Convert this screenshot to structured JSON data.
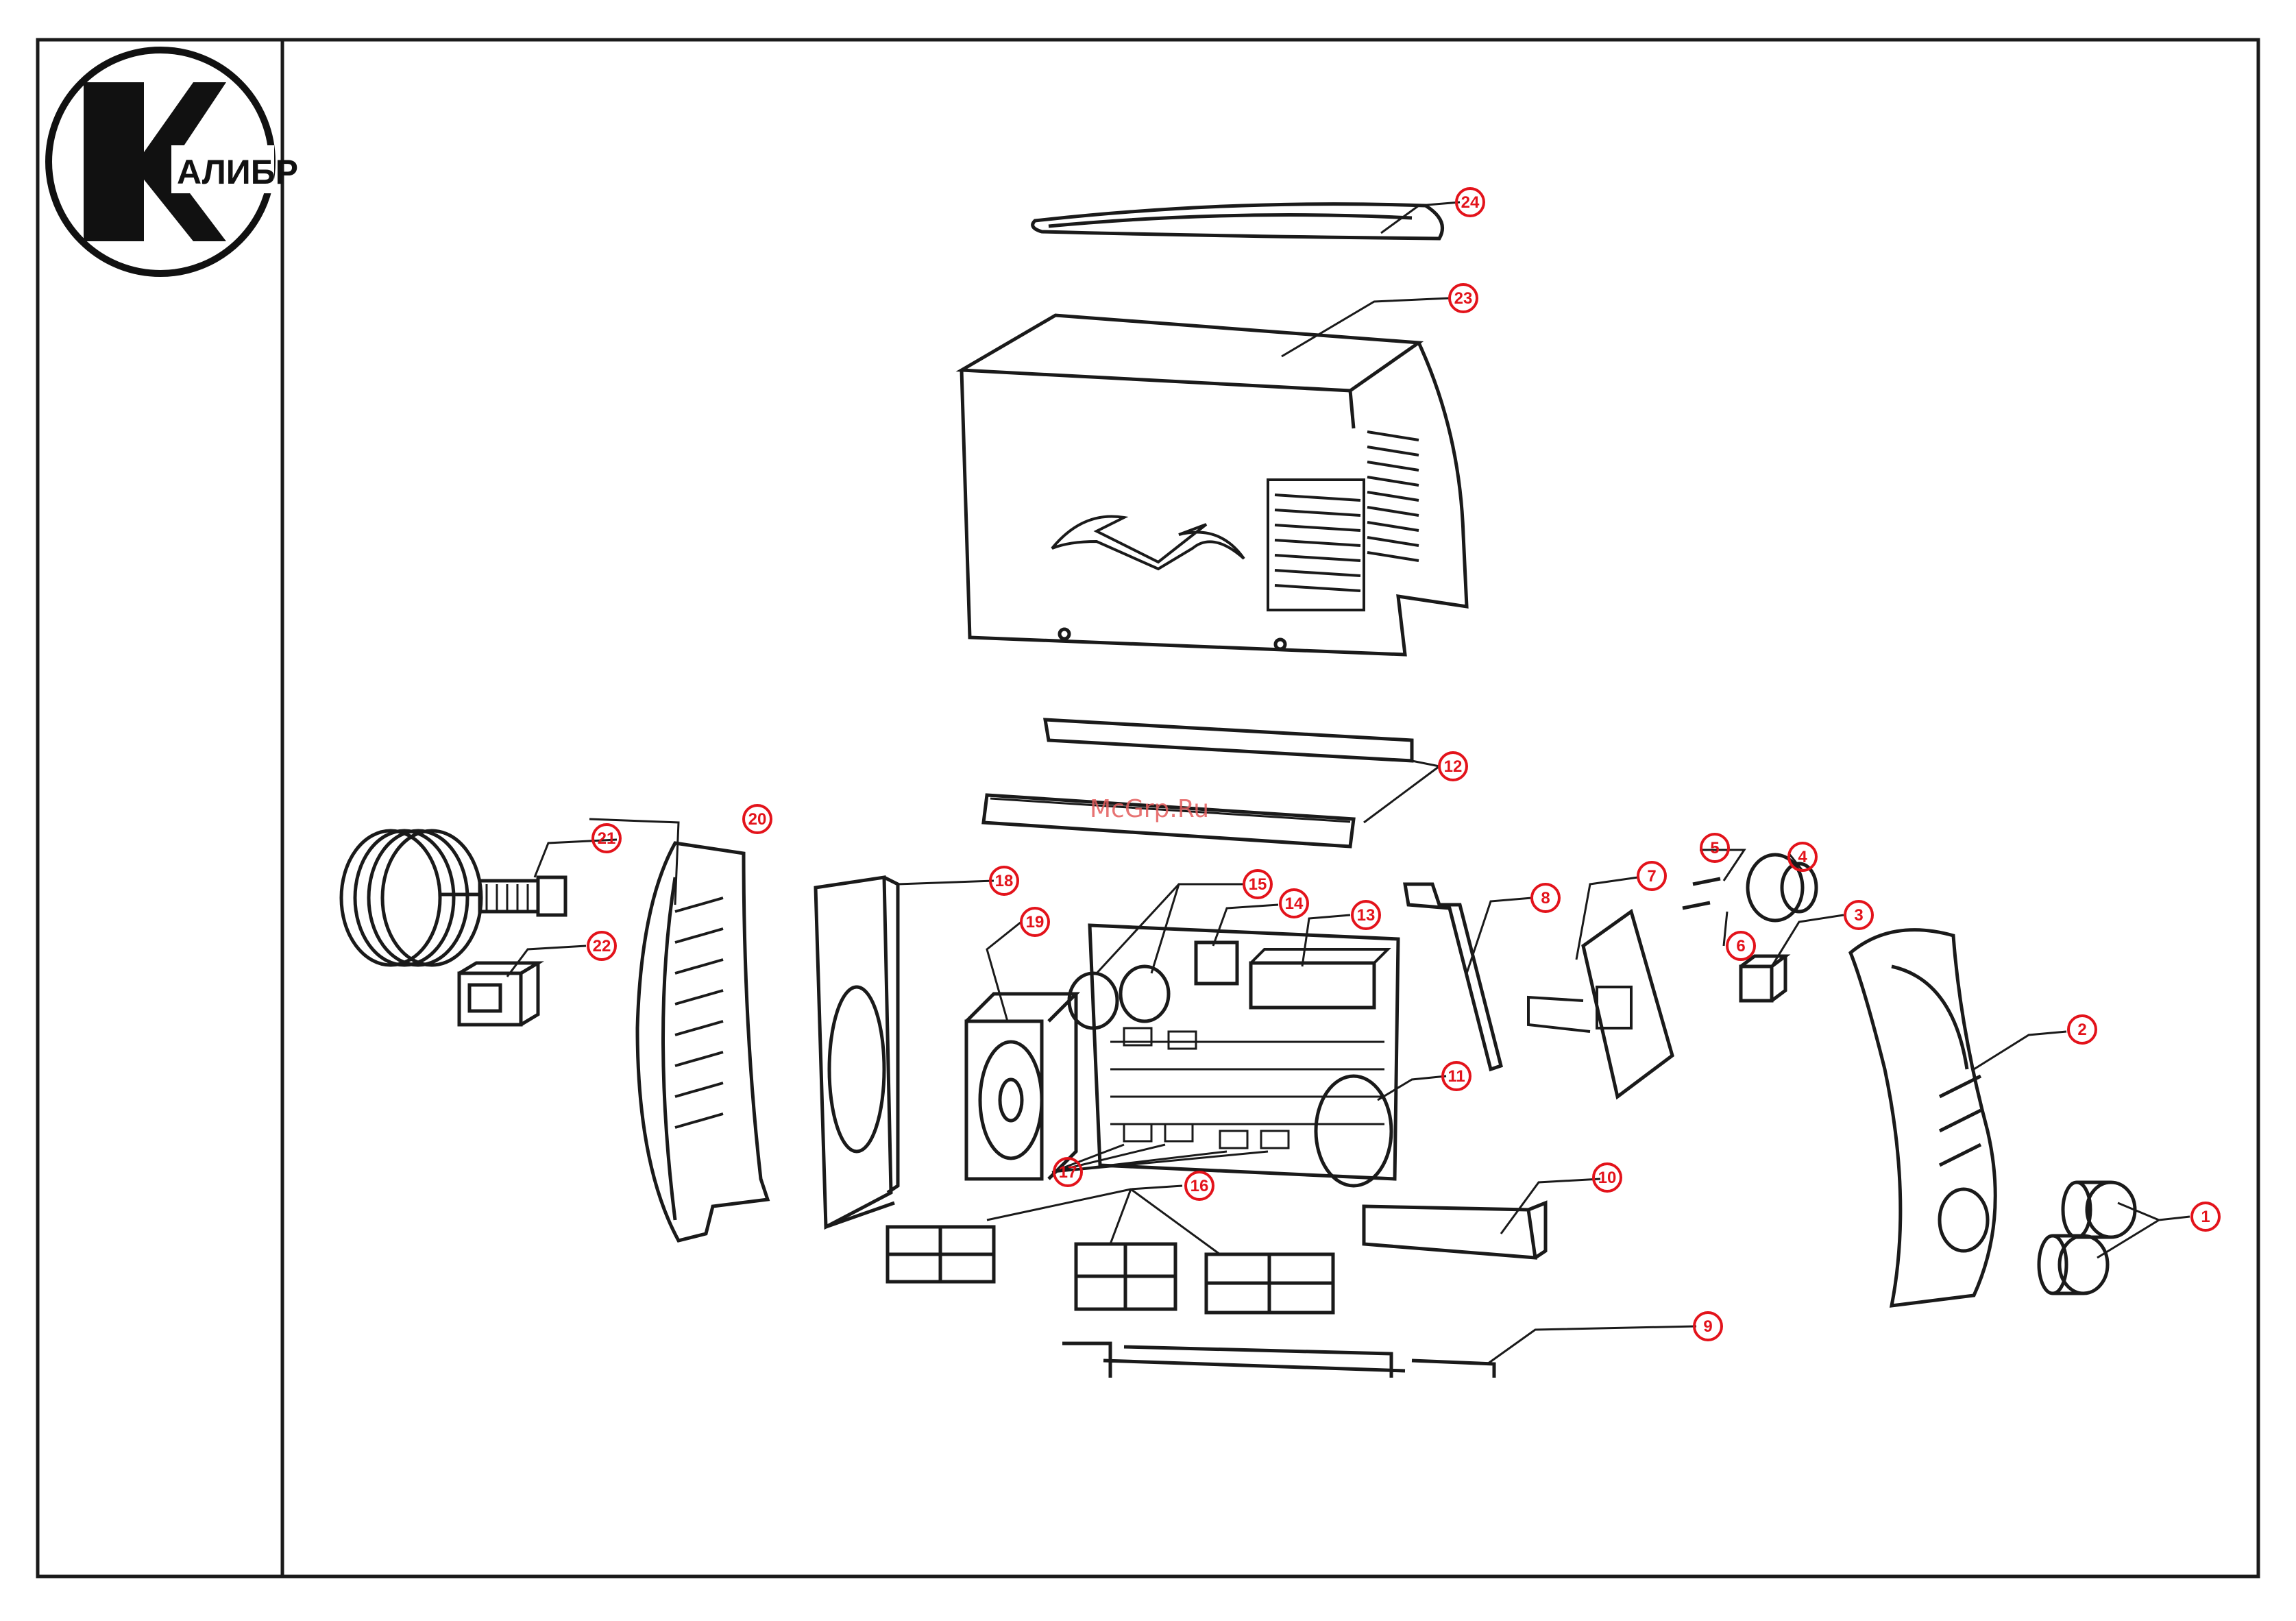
{
  "logo": {
    "brand": "АЛИБР",
    "letter": "К"
  },
  "watermark": "McGrp.Ru",
  "colors": {
    "line": "#1a1a1a",
    "callout": "#e3131b",
    "watermark": "#e35b5b"
  },
  "callouts": [
    {
      "n": "1"
    },
    {
      "n": "2"
    },
    {
      "n": "3"
    },
    {
      "n": "4"
    },
    {
      "n": "5"
    },
    {
      "n": "6"
    },
    {
      "n": "7"
    },
    {
      "n": "8"
    },
    {
      "n": "9"
    },
    {
      "n": "10"
    },
    {
      "n": "11"
    },
    {
      "n": "12"
    },
    {
      "n": "13"
    },
    {
      "n": "14"
    },
    {
      "n": "15"
    },
    {
      "n": "16"
    },
    {
      "n": "17"
    },
    {
      "n": "18"
    },
    {
      "n": "19"
    },
    {
      "n": "20"
    },
    {
      "n": "21"
    },
    {
      "n": "22"
    },
    {
      "n": "23"
    },
    {
      "n": "24"
    }
  ]
}
